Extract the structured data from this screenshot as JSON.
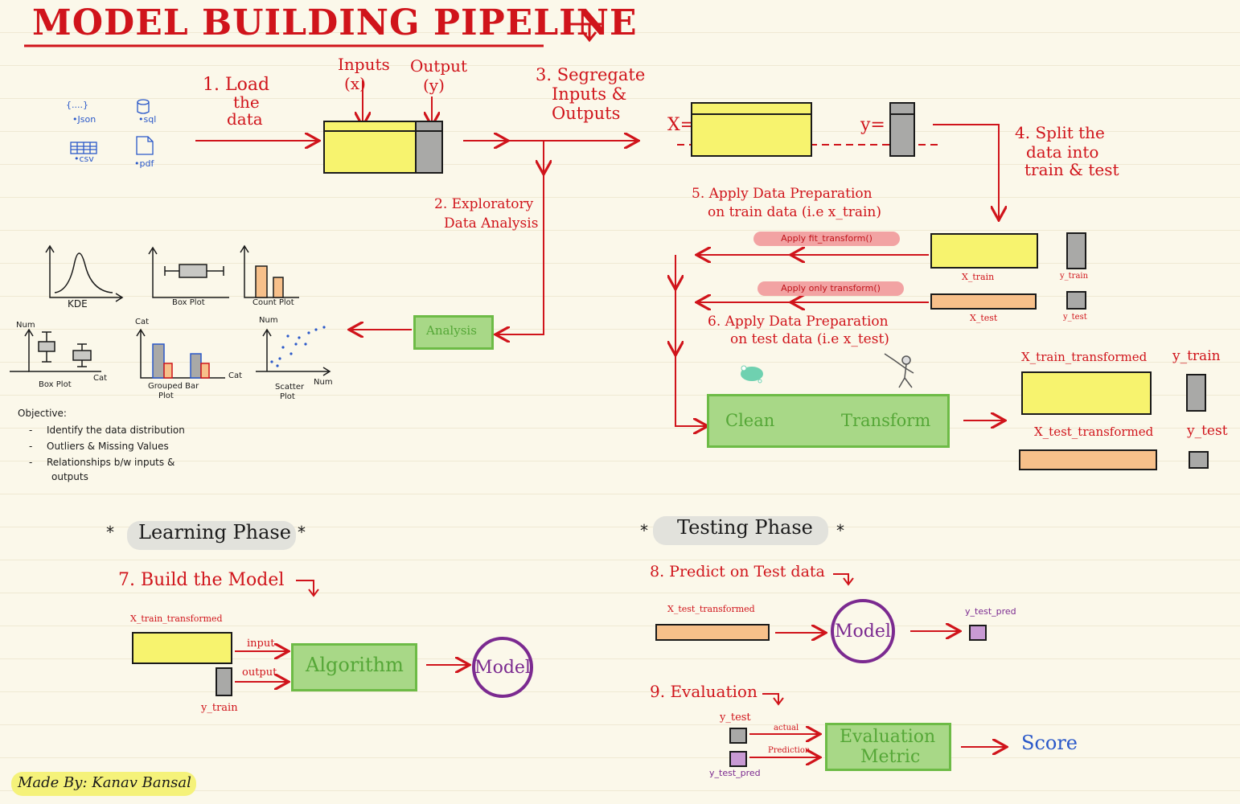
{
  "title": "MODEL BUILDING PIPELINE",
  "files": {
    "json": "{....}",
    "json_ext": "•Json",
    "sql": "•sql",
    "csv": "•csv",
    "pdf": "•pdf"
  },
  "steps": {
    "load": [
      "1. Load",
      "the",
      "data"
    ],
    "inputs": [
      "Inputs",
      "(x)"
    ],
    "output": [
      "Output",
      "(y)"
    ],
    "segregate": [
      "3. Segregate",
      "Inputs &",
      "Outputs"
    ],
    "x_label": "X=",
    "y_label": "y=",
    "split": [
      "4. Split the",
      "data into",
      "train & test"
    ],
    "eda": [
      "2. Exploratory",
      "Data Analysis"
    ],
    "prep_train": [
      "5. Apply Data Preparation",
      "on train data (i.e x_train)"
    ],
    "fit_transform": "Apply fit_transform()",
    "transform_only": "Apply only transform()",
    "prep_test": [
      "6. Apply Data Preparation",
      "on test data (i.e x_test)"
    ],
    "x_train": "X_train",
    "y_train": "y_train",
    "x_test": "X_test",
    "y_test": "y_test",
    "clean": "Clean",
    "transform": "Transform",
    "x_train_transformed": "X_train_transformed",
    "x_test_transformed": "X_test_transformed",
    "y_train2": "y_train",
    "y_test2": "y_test",
    "analysis": "Analysis"
  },
  "eda_plots": {
    "kde": "KDE",
    "box": "Box Plot",
    "count": "Count Plot",
    "box2": "Box Plot",
    "grouped": [
      "Grouped Bar",
      "Plot"
    ],
    "scatter": [
      "Scatter",
      "Plot"
    ],
    "num": "Num",
    "cat": "Cat"
  },
  "objective": {
    "heading": "Objective:",
    "items": [
      "Identify the data distribution",
      "Outliers & Missing Values",
      "Relationships b/w inputs &",
      "outputs"
    ]
  },
  "learning": {
    "phase": "Learning Phase",
    "step": "7. Build the Model",
    "x_label": "X_train_transformed",
    "input": "input",
    "output": "output",
    "y_label": "y_train",
    "algorithm": "Algorithm",
    "model": "Model"
  },
  "testing": {
    "phase": "Testing Phase",
    "step": "8. Predict on Test data",
    "x_label": "X_test_transformed",
    "model": "Model",
    "pred": "y_test_pred",
    "eval_step": "9. Evaluation",
    "y_test": "y_test",
    "actual": "actual",
    "prediction": "Prediction",
    "y_test_pred": "y_test_pred",
    "metric": [
      "Evaluation",
      "Metric"
    ],
    "score": "Score"
  },
  "footer": "Made By: Kanav Bansal"
}
